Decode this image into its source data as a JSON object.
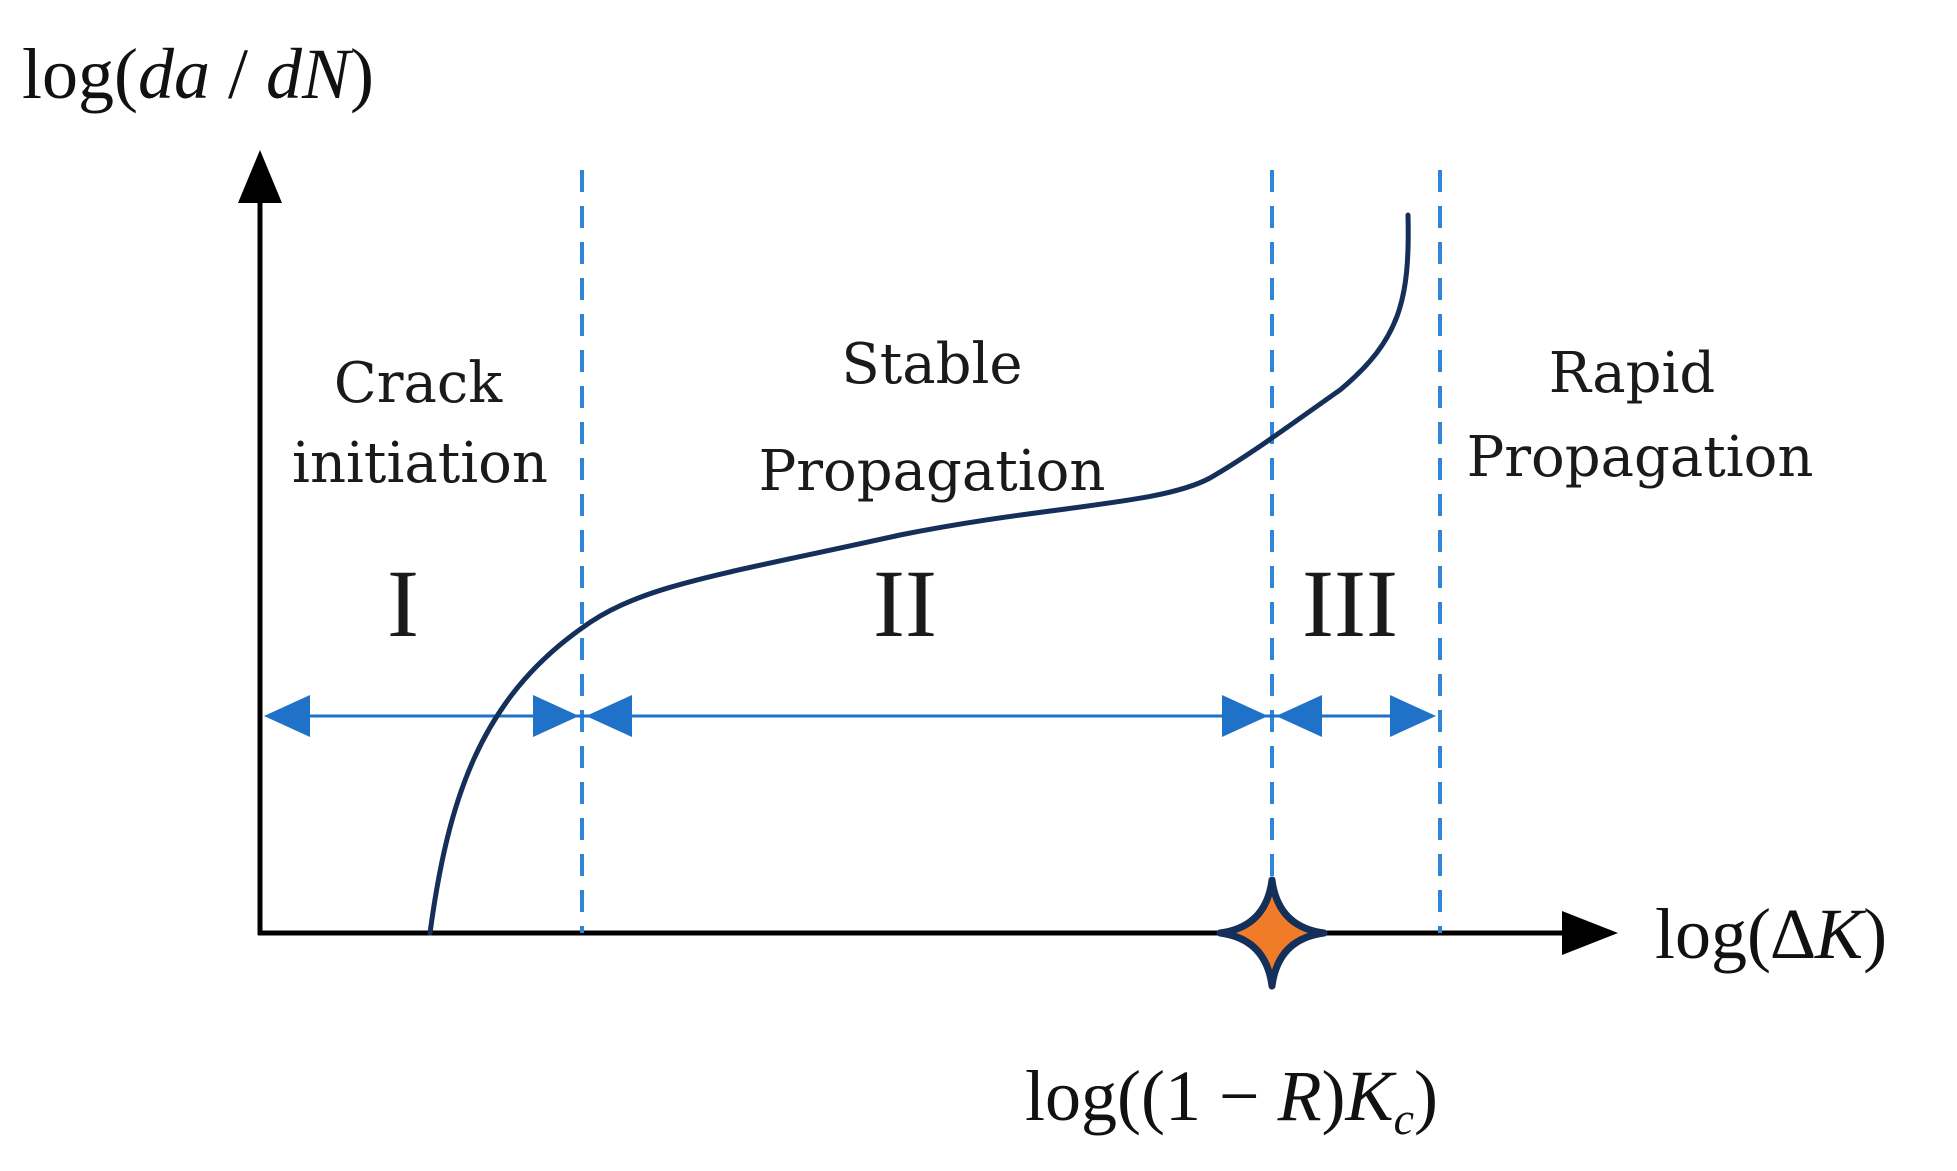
{
  "axes": {
    "y_label_prefix": "log(",
    "y_label_var1": "da",
    "y_label_sep": " / ",
    "y_label_var2": "dN",
    "y_label_suffix": ")",
    "x_label_prefix": "log(",
    "x_label_delta": "∆",
    "x_label_var": "K",
    "x_label_suffix": ")"
  },
  "threshold_label": {
    "prefix": "log((1 − ",
    "var_r": "R",
    "mid": ")",
    "var_k": "K",
    "sub": "c",
    "suffix": ")"
  },
  "regions": [
    {
      "numeral": "I",
      "line1": "Crack",
      "line2": "initiation"
    },
    {
      "numeral": "II",
      "line1": "Stable",
      "line2": "Propagation"
    },
    {
      "numeral": "III",
      "line1": "Rapid",
      "line2": "Propagation"
    }
  ],
  "colors": {
    "axis": "#000000",
    "curve": "#14305a",
    "divider": "#2f86d8",
    "span_arrow": "#1f72c7",
    "marker_fill": "#f07c2a",
    "marker_stroke": "#14305a"
  },
  "marker": {
    "icon": "four-point-star-icon"
  }
}
